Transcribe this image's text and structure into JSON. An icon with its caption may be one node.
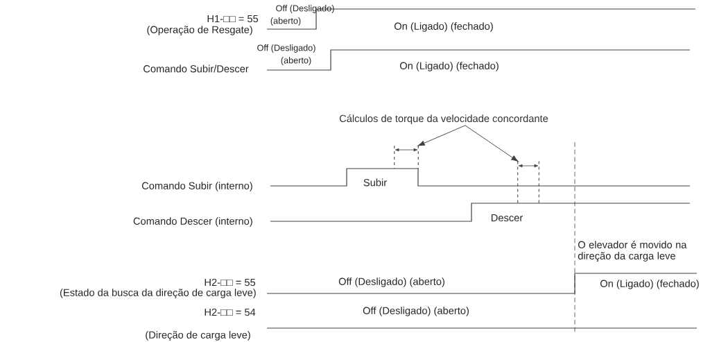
{
  "diagram": {
    "nodes": [
      {
        "text": [
          "Cálculos de torque da velocidade concordante"
        ]
      },
      {
        "text": [],
        "shape": "box"
      },
      {
        "text": [],
        "shape": "box"
      }
    ],
    "edges": [
      {
        "from": 0,
        "to": 1,
        "arrow": "to"
      },
      {
        "from": 0,
        "to": 2,
        "arrow": "to"
      }
    ],
    "labels": [
      "H1-□□ = 55",
      "(Operação de Resgate)",
      "Off (Desligado)",
      "(aberto)",
      "On (Ligado) (fechado)",
      "Off (Desligado)",
      "(aberto)",
      "Comando Subir/Descer",
      "On (Ligado) (fechado)",
      "Subir",
      "Comando Subir (interno)",
      "Comando Descer (interno)",
      "Descer",
      "O elevador é movido na direção da carga leve",
      "H2-□□ = 55",
      "(Estado da busca da direção de carga leve)",
      "Off (Desligado) (aberto)",
      "On (Ligado) (fechado)",
      "H2-□□ = 54",
      "(Direção de carga leve)",
      "Off (Desligado) (aberto)"
    ]
  }
}
